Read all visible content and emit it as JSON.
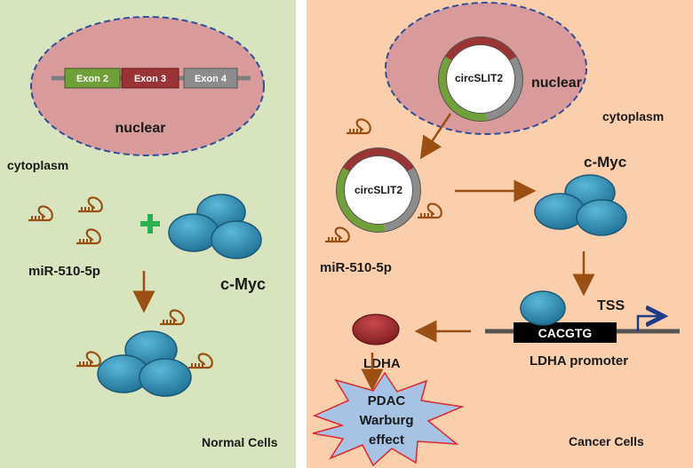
{
  "left_panel": {
    "nucleus_label": "nuclear",
    "cytoplasm_label": "cytoplasm",
    "exons": [
      "Exon 2",
      "Exon 3",
      "Exon 4"
    ],
    "mirna_label": "miR-510-5p",
    "cmyc_label": "c-Myc",
    "caption": "Normal Cells"
  },
  "right_panel": {
    "nucleus_label": "nuclear",
    "cytoplasm_label": "cytoplasm",
    "circ_nucleus_label": "circSLIT2",
    "circ_cyto_label": "circSLIT2",
    "mirna_label": "miR-510-5p",
    "cmyc_label": "c-Myc",
    "tss_label": "TSS",
    "motif_label": "CACGTG",
    "promoter_label": "LDHA promoter",
    "ldha_label": "LDHA",
    "effect_line1": "PDAC",
    "effect_line2": "Warburg",
    "effect_line3": "effect",
    "caption": "Cancer Cells"
  },
  "colors": {
    "left_bg": "#d7e4bd",
    "right_bg": "#fbcfac",
    "nucleus_fill": "#d99a9c",
    "nucleus_border": "#2f4f9a",
    "exon2": "#70a03a",
    "exon3": "#9b3535",
    "exon4": "#8c8c8c",
    "cmyc_fill": "#2b7fa3",
    "arrow": "#9b4f12",
    "mirna": "#9b4f12",
    "ldha_fill": "#a4282a",
    "starburst_fill": "#a6c3e6",
    "starburst_border": "#e0262c"
  }
}
